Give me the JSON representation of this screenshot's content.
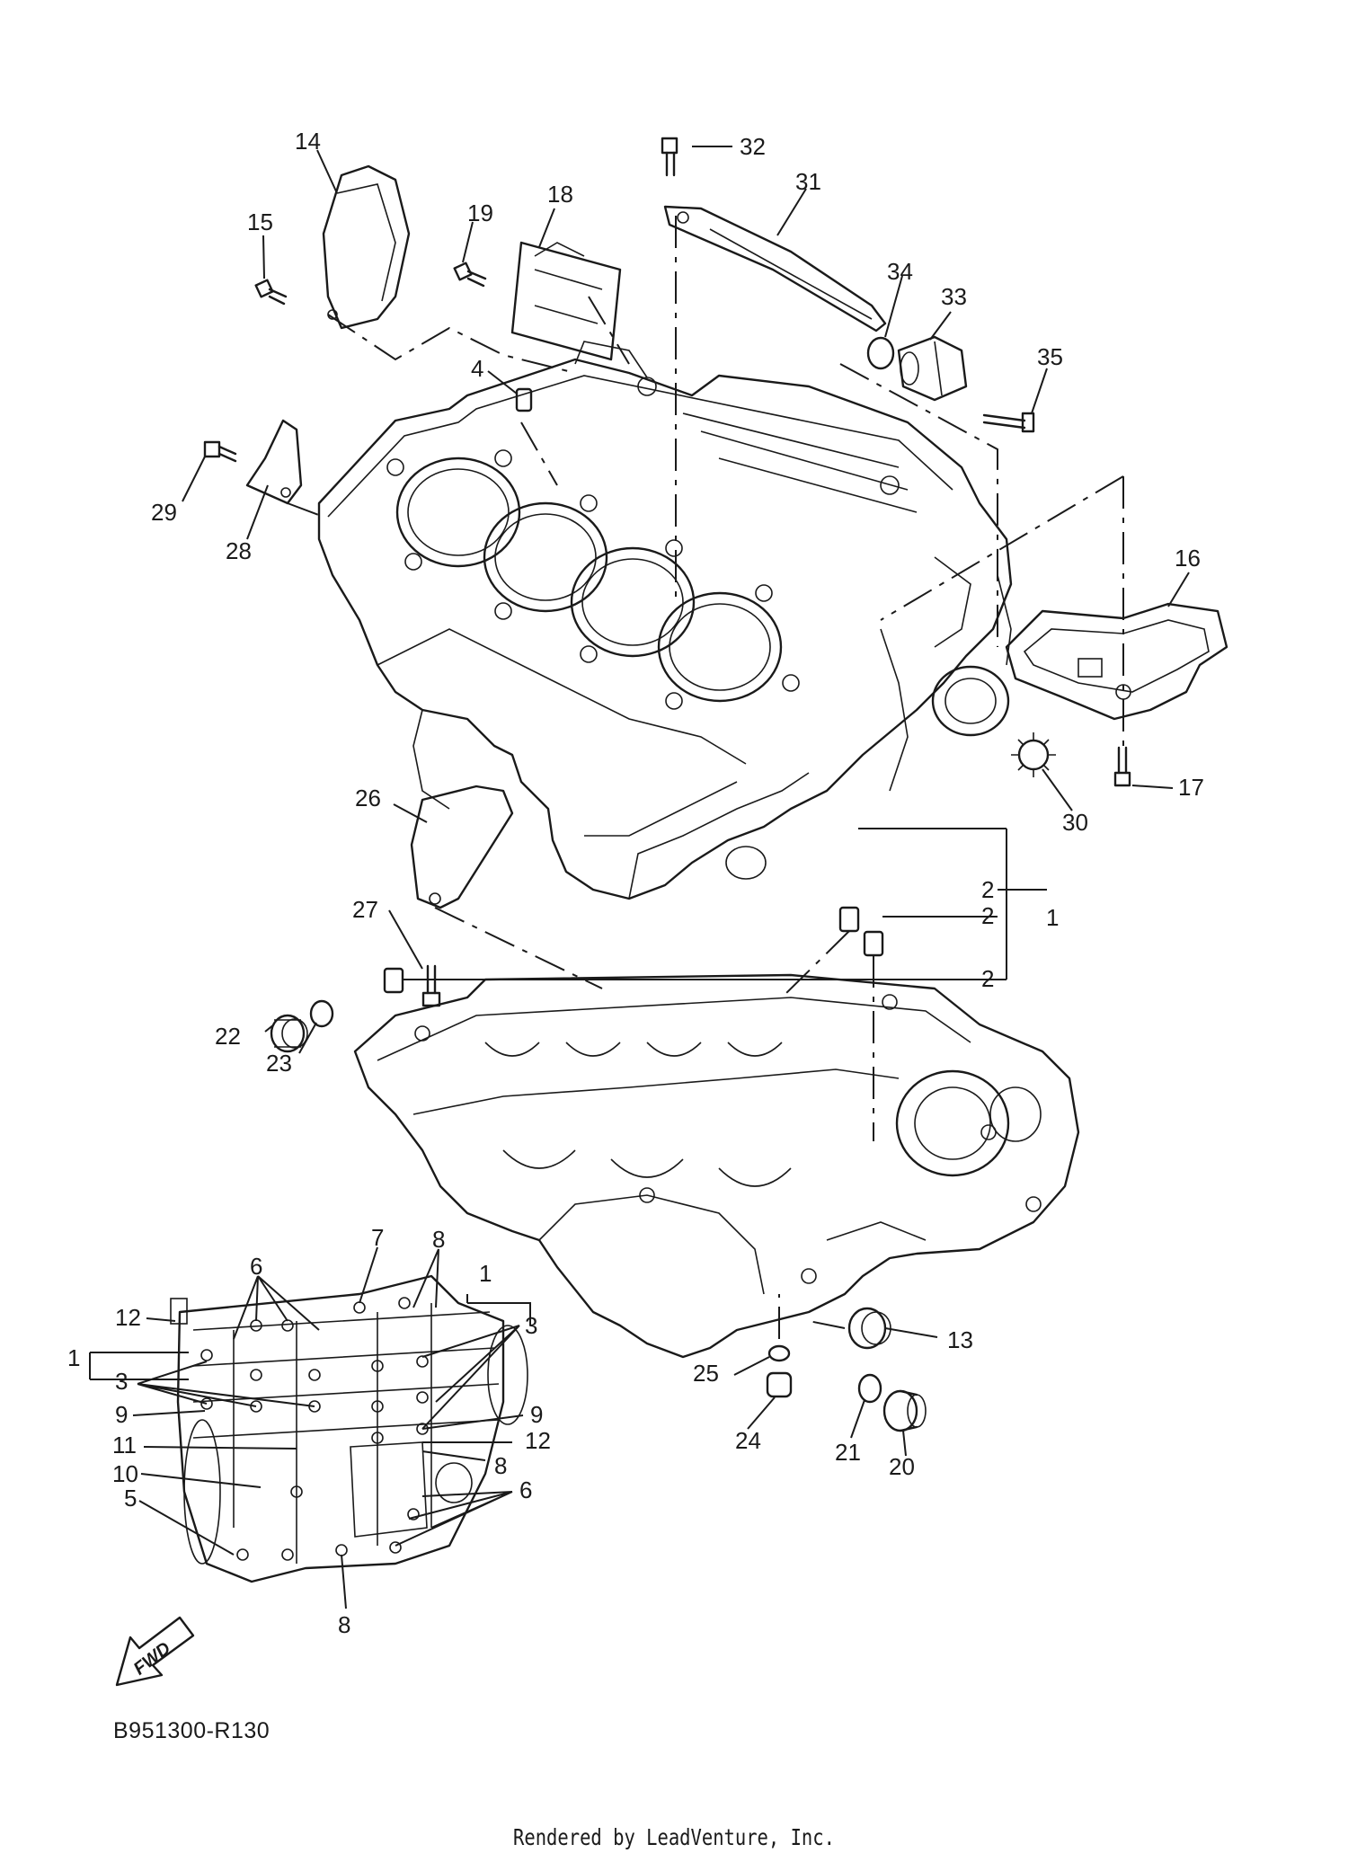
{
  "diagram": {
    "code": "B951300-R130",
    "fwd_label": "FWD",
    "credit": "Rendered by LeadVenture, Inc.",
    "callouts": [
      {
        "id": "c14",
        "text": "14"
      },
      {
        "id": "c15",
        "text": "15"
      },
      {
        "id": "c19",
        "text": "19"
      },
      {
        "id": "c18",
        "text": "18"
      },
      {
        "id": "c32",
        "text": "32"
      },
      {
        "id": "c31",
        "text": "31"
      },
      {
        "id": "c34",
        "text": "34"
      },
      {
        "id": "c33",
        "text": "33"
      },
      {
        "id": "c35",
        "text": "35"
      },
      {
        "id": "c4",
        "text": "4"
      },
      {
        "id": "c29",
        "text": "29"
      },
      {
        "id": "c28",
        "text": "28"
      },
      {
        "id": "c16",
        "text": "16"
      },
      {
        "id": "c17",
        "text": "17"
      },
      {
        "id": "c30",
        "text": "30"
      },
      {
        "id": "c26",
        "text": "26"
      },
      {
        "id": "c27",
        "text": "27"
      },
      {
        "id": "c2a",
        "text": "2"
      },
      {
        "id": "c2b",
        "text": "2"
      },
      {
        "id": "c2c",
        "text": "2"
      },
      {
        "id": "c1",
        "text": "1"
      },
      {
        "id": "c22",
        "text": "22"
      },
      {
        "id": "c23",
        "text": "23"
      },
      {
        "id": "c13",
        "text": "13"
      },
      {
        "id": "c25",
        "text": "25"
      },
      {
        "id": "c24",
        "text": "24"
      },
      {
        "id": "c21",
        "text": "21"
      },
      {
        "id": "c20",
        "text": "20"
      },
      {
        "id": "i6a",
        "text": "6"
      },
      {
        "id": "i7",
        "text": "7"
      },
      {
        "id": "i8a",
        "text": "8"
      },
      {
        "id": "i1a",
        "text": "1"
      },
      {
        "id": "i12a",
        "text": "12"
      },
      {
        "id": "i3a",
        "text": "3"
      },
      {
        "id": "i1b",
        "text": "1"
      },
      {
        "id": "i3b",
        "text": "3"
      },
      {
        "id": "i9a",
        "text": "9"
      },
      {
        "id": "i9b",
        "text": "9"
      },
      {
        "id": "i11",
        "text": "11"
      },
      {
        "id": "i12b",
        "text": "12"
      },
      {
        "id": "i10",
        "text": "10"
      },
      {
        "id": "i8b",
        "text": "8"
      },
      {
        "id": "i5",
        "text": "5"
      },
      {
        "id": "i6b",
        "text": "6"
      },
      {
        "id": "i8c",
        "text": "8"
      }
    ]
  }
}
